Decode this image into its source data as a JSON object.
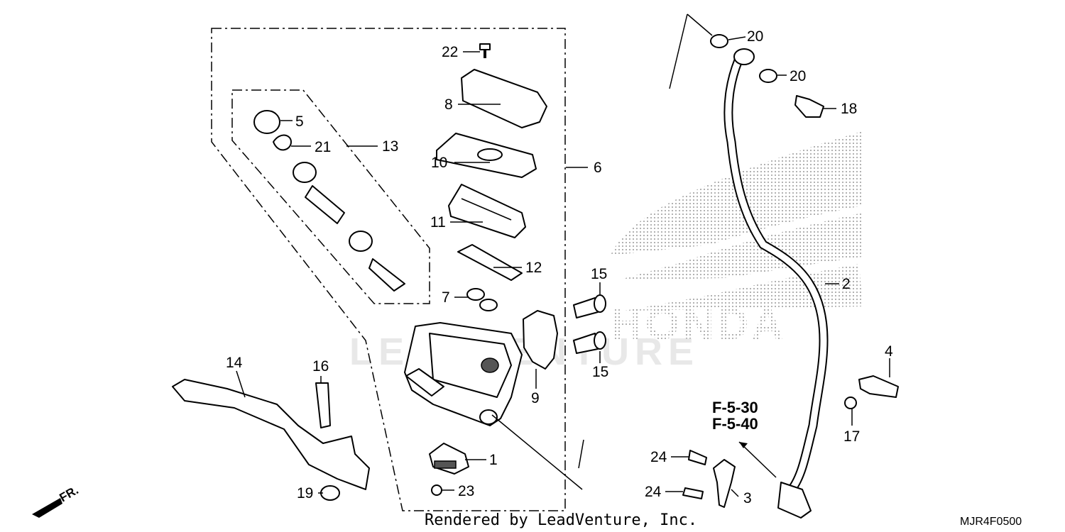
{
  "callouts": {
    "c1": "1",
    "c2": "2",
    "c3": "3",
    "c4": "4",
    "c5": "5",
    "c6": "6",
    "c7": "7",
    "c8": "8",
    "c9": "9",
    "c10": "10",
    "c11": "11",
    "c12": "12",
    "c13": "13",
    "c14": "14",
    "c15a": "15",
    "c15b": "15",
    "c16": "16",
    "c17": "17",
    "c18": "18",
    "c19": "19",
    "c20a": "20",
    "c20b": "20",
    "c21": "21",
    "c22": "22",
    "c23": "23",
    "c24a": "24",
    "c24b": "24"
  },
  "references": [
    "F-5-30",
    "F-5-40"
  ],
  "footer_text": "Rendered by LeadVenture, Inc.",
  "diagram_code": "MJR4F0500",
  "front_indicator": "FR.",
  "watermark": "LEADVENTURE",
  "background_brand": "HONDA",
  "colors": {
    "line": "#000000",
    "stipple": "#9a9a9a",
    "watermark": "#d7d7d7"
  }
}
